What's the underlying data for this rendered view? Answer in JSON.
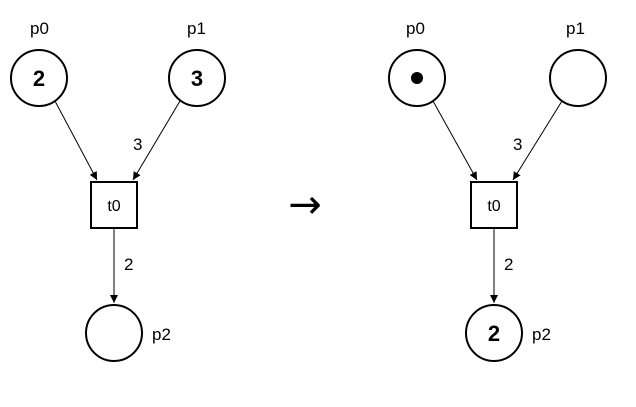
{
  "before": {
    "places": {
      "p0": {
        "label": "p0",
        "tokens": "2"
      },
      "p1": {
        "label": "p1",
        "tokens": "3"
      },
      "p2": {
        "label": "p2",
        "tokens": ""
      }
    },
    "transition": {
      "label": "t0"
    },
    "arcs": {
      "p1_t0_weight": "3",
      "t0_p2_weight": "2"
    }
  },
  "after": {
    "places": {
      "p0": {
        "label": "p0",
        "tokens": "1"
      },
      "p1": {
        "label": "p1",
        "tokens": ""
      },
      "p2": {
        "label": "p2",
        "tokens": "2"
      }
    },
    "transition": {
      "label": "t0"
    },
    "arcs": {
      "p1_t0_weight": "3",
      "t0_p2_weight": "2"
    }
  },
  "firing_arrow": "→"
}
